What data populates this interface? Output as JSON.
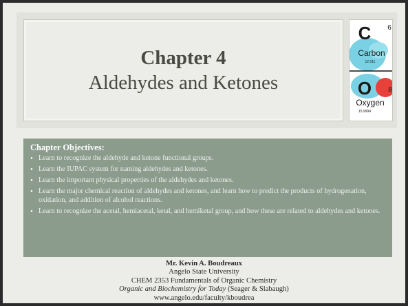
{
  "title": {
    "chapter": "Chapter 4",
    "subtitle": "Aldehydes and Ketones"
  },
  "element_tiles": {
    "top": {
      "symbol": "C",
      "name": "Carbon",
      "number": "6",
      "mass": "12.011",
      "color": "#7ad1e3"
    },
    "bottom": {
      "symbol": "O",
      "name": "Oxygen",
      "number": "8",
      "mass": "15.9994",
      "color": "#e8403a"
    }
  },
  "objectives": {
    "heading": "Chapter Objectives:",
    "items": [
      "Learn to recognize the aldehyde and ketone functional groups.",
      "Learn the IUPAC system for naming aldehydes and ketones.",
      "Learn the important physical properties of the aldehydes and ketones.",
      "Learn the major chemical reaction of aldehydes and ketones, and learn how to predict the products of hydrogenation, oxidation, and addition of alcohol reactions.",
      "Learn to recognize the acetal, hemiacetal, ketal, and hemiketal group, and how these are related to aldehydes and ketones."
    ]
  },
  "credits": {
    "author": "Mr. Kevin A. Boudreaux",
    "institution": "Angelo State University",
    "course": "CHEM 2353 Fundamentals of Organic Chemistry",
    "book_title": "Organic and Biochemistry for Today",
    "book_authors": " (Seager & Slabaugh)",
    "website": "www.angelo.edu/faculty/kboudrea"
  }
}
